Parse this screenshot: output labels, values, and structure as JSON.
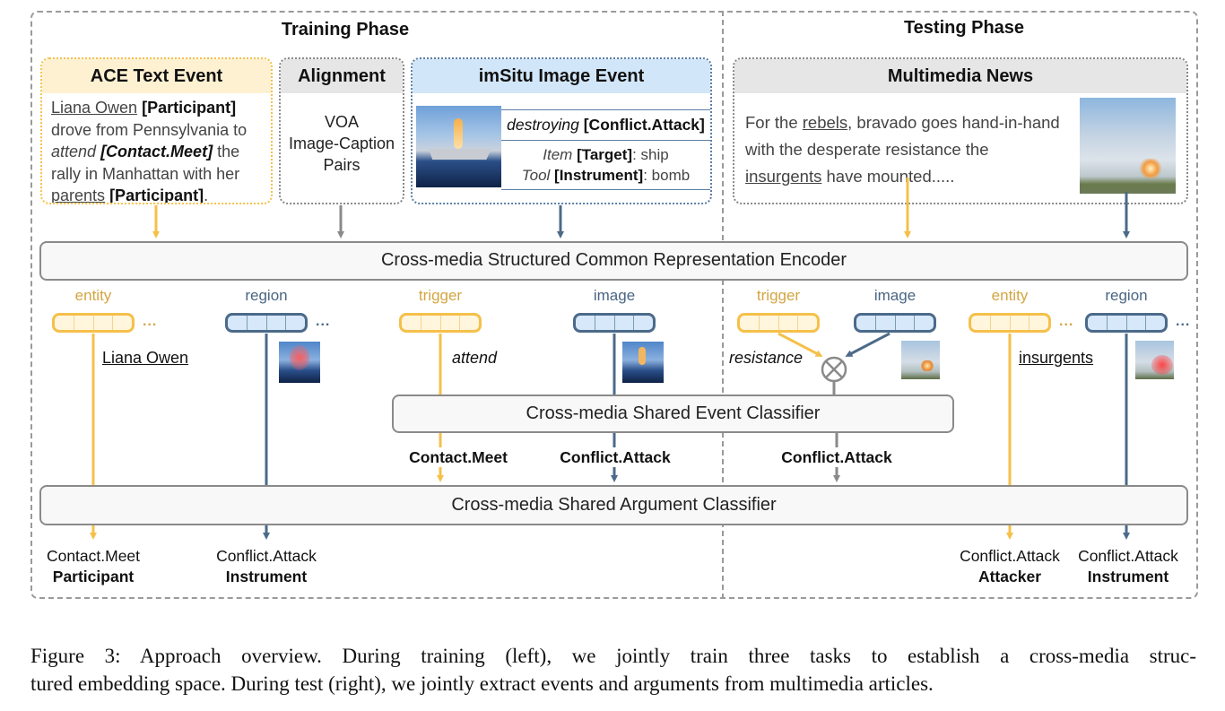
{
  "phases": {
    "training": "Training Phase",
    "testing": "Testing Phase"
  },
  "sources": {
    "ace": {
      "title": "ACE Text Event",
      "line1_entity": "Liana Owen",
      "line1_role": "[Participant]",
      "line2": "drove from Pennsylvania to",
      "line3_trigger": "attend",
      "line3_event": "[Contact.Meet]",
      "line3_rest": " the",
      "line4": "rally in Manhattan with her",
      "line5_entity": "parents",
      "line5_role": "[Participant]",
      "line5_end": "."
    },
    "alignment": {
      "title": "Alignment",
      "line1": "VOA",
      "line2": "Image-Caption",
      "line3": "Pairs"
    },
    "imsitu": {
      "title": "imSitu Image Event",
      "verb": "destroying",
      "verb_event": "[Conflict.Attack]",
      "role1_name": "Item",
      "role1_type": "[Target]",
      "role1_value": ": ship",
      "role2_name": "Tool",
      "role2_type": "[Instrument]",
      "role2_value": ": bomb",
      "image": "missile-ship-photo"
    },
    "news": {
      "title": "Multimedia News",
      "text_a": "For the ",
      "entity1": "rebels",
      "text_b": ", bravado goes hand-in-hand with the desperate resistance the ",
      "entity2": "insurgents",
      "text_c": " have mounted.....",
      "image": "explosion-field-photo"
    }
  },
  "modules": {
    "encoder": "Cross-media Structured Common Representation Encoder",
    "event_classifier": "Cross-media Shared Event Classifier",
    "argument_classifier": "Cross-media Shared Argument Classifier"
  },
  "representations": {
    "train": [
      {
        "label": "entity",
        "modality": "text",
        "word": "Liana Owen",
        "ellipsis": "..."
      },
      {
        "label": "region",
        "modality": "image",
        "thumb": "ship-region-highlight",
        "ellipsis": "..."
      },
      {
        "label": "trigger",
        "modality": "text",
        "word": "attend"
      },
      {
        "label": "image",
        "modality": "image",
        "thumb": "ship-image"
      }
    ],
    "test": [
      {
        "label": "trigger",
        "modality": "text",
        "word": "resistance"
      },
      {
        "label": "image",
        "modality": "image",
        "thumb": "explosion-image"
      },
      {
        "label": "entity",
        "modality": "text",
        "word": "insurgents",
        "ellipsis": "..."
      },
      {
        "label": "region",
        "modality": "image",
        "thumb": "explosion-region-highlight",
        "ellipsis": "..."
      }
    ]
  },
  "fusion_operator": "⊗",
  "event_outputs": {
    "train_text": "Contact.Meet",
    "train_image": "Conflict.Attack",
    "test": "Conflict.Attack"
  },
  "argument_outputs": [
    {
      "event": "Contact.Meet",
      "role": "Participant"
    },
    {
      "event": "Conflict.Attack",
      "role": "Instrument"
    },
    {
      "event": "Conflict.Attack",
      "role": "Attacker"
    },
    {
      "event": "Conflict.Attack",
      "role": "Instrument"
    }
  ],
  "colors": {
    "text_modality": "#f5c04a",
    "image_modality": "#4c6a89",
    "shared": "#8a8a8a"
  },
  "caption": {
    "line1": "Figure 3: Approach overview. During training (left), we jointly train three tasks to establish a cross-media struc-",
    "line2": "tured embedding space. During test (right), we jointly extract events and arguments from multimedia articles."
  }
}
